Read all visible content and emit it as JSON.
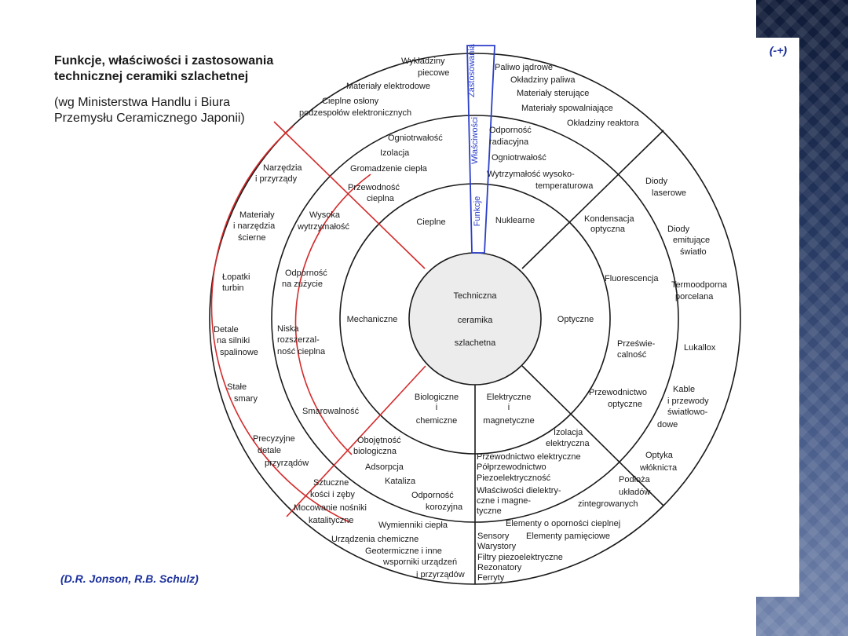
{
  "caption": {
    "title_line1": "Funkcje, właściwości i zastosowania",
    "title_line2": "technicznej ceramiki szlachetnej",
    "subtitle_line1": "(wg Ministerstwa Handlu i Biura",
    "subtitle_line2": "Przemysłu Ceramicznego Japonii)"
  },
  "authors": "(D.R. Jonson, R.B. Schulz)",
  "corner_mark": "(-+)",
  "colors": {
    "red": "#d42a2a",
    "blue": "#2b3fc9",
    "ink": "#1a1a1a",
    "center_fill": "#ececec"
  },
  "ribbon": {
    "functions": "Funkcje",
    "properties": "Właściwości",
    "applications": "Zastosowania"
  },
  "center": [
    "Techniczna",
    "ceramika",
    "szlachetna"
  ],
  "functions": {
    "thermal": "Cieplne",
    "nuclear": "Nuklearne",
    "optical": "Optyczne",
    "electrical": [
      "Elektryczne",
      "i",
      "magnetyczne"
    ],
    "biological": [
      "Biologiczne",
      "i",
      "chemiczne"
    ],
    "mechanical": "Mechaniczne"
  },
  "properties": {
    "thermal": [
      "Ogniotrwałość",
      "Izolacja",
      "Gromadzenie ciepła",
      "Przewodność",
      "cieplna"
    ],
    "nuclear": [
      "Odporność",
      "radiacyjna",
      "Ogniotrwałość",
      "Wytrzymałość wysoko-",
      "temperaturowa"
    ],
    "optical": [
      "Kondensacja",
      "optyczna",
      "Fluorescencja",
      "Prześwie-",
      "calność",
      "Przewodnictwo",
      "optyczne"
    ],
    "electrical": [
      "Izolacja",
      "elektryczna",
      "Przewodnictwo elektryczne",
      "Półprzewodnictwo",
      "Piezoelektryczność",
      "Właściwości dielektry-",
      "czne i magne-",
      "tyczne"
    ],
    "biological": [
      "Obojętność",
      "biologiczna",
      "Adsorpcja",
      "Kataliza",
      "Odporność",
      "korozyjna"
    ],
    "mechanical": [
      "Wysoka",
      "wytrzymałość",
      "Odporność",
      "na zużycie",
      "Niska",
      "rozszerzal-",
      "ność cieplna",
      "Smarowalność"
    ]
  },
  "applications": {
    "thermal": [
      "Wykładziny",
      "piecowe",
      "Materiały elektrodowe",
      "Cieplne osłony",
      "podzespołów elektronicznych"
    ],
    "nuclear": [
      "Paliwo jądrowe",
      "Okładziny paliwa",
      "Materiały sterujące",
      "Materiały spowalniające",
      "Okładziny reaktora"
    ],
    "optical": [
      "Diody",
      "laserowe",
      "Diody",
      "emitujące",
      "światło",
      "Termoodporna",
      "porcelana",
      "Lukallox",
      "Kable",
      "i przewody",
      "światłowo-",
      "dowe",
      "Optyka",
      "włókniста"
    ],
    "electrical": [
      "Podłoża",
      "układów",
      "zintegrowanych",
      "Elementy o oporności cieplnej",
      "Sensory",
      "Elementy pamięciowe",
      "Warystory",
      "Filtry piezoelektryczne",
      "Rezonatory",
      "Ferryty"
    ],
    "biological": [
      "Sztuczne",
      "kości i zęby",
      "Mocowanie nośniki",
      "katalityczne",
      "Wymienniki ciepła",
      "Urządzenia chemiczne",
      "Geotermiczne i inne",
      "wsporniki urządzeń",
      "i przyrządów"
    ],
    "mechanical": [
      "Narzędzia",
      "i przyrządy",
      "Materiały",
      "i narzędzia",
      "ścierne",
      "Łopatki",
      "turbin",
      "Detale",
      "na silniki",
      "spalinowe",
      "Stałe",
      "smary",
      "Precyzyjne",
      "detale",
      "przyrządów"
    ]
  }
}
